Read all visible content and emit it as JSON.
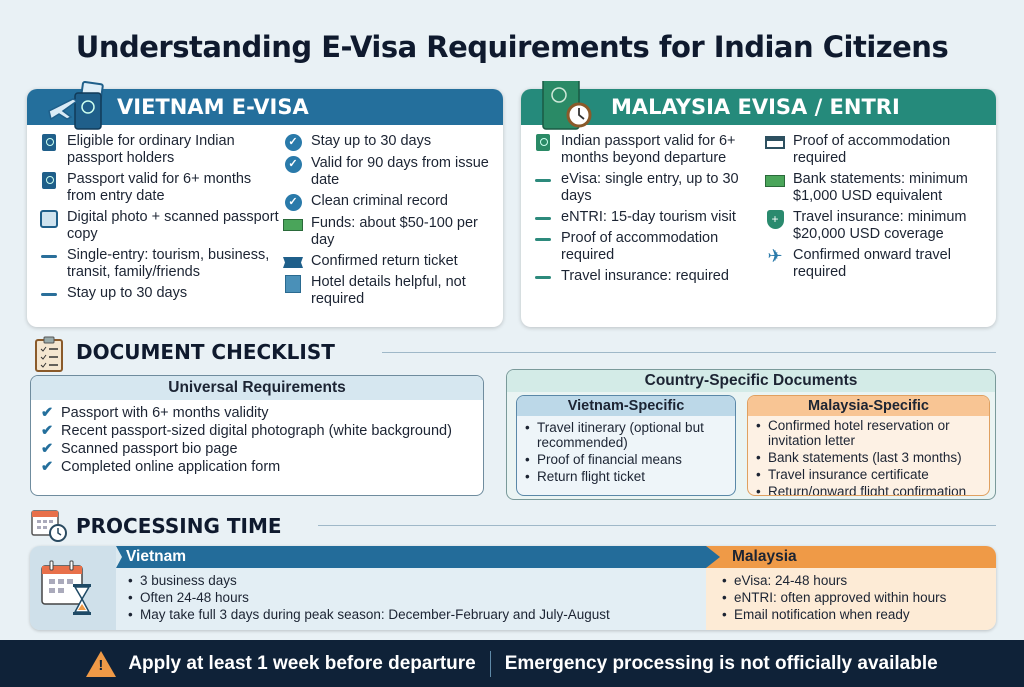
{
  "title": "Understanding E-Visa Requirements for Indian Citizens",
  "vietnam": {
    "heading": "VIETNAM E-VISA",
    "left": [
      {
        "icon": "passport-icon",
        "text": "Eligible for ordinary Indian passport holders"
      },
      {
        "icon": "passport-icon",
        "text": "Passport valid for 6+ months from entry date"
      },
      {
        "icon": "photo-id-icon",
        "text": "Digital photo + scanned passport copy"
      },
      {
        "icon": "dash-icon",
        "text": "Single-entry: tourism, business, transit, family/friends"
      },
      {
        "icon": "dash-icon",
        "text": "Stay up to 30 days"
      }
    ],
    "right": [
      {
        "icon": "check-circle-icon",
        "text": "Stay up to 30 days"
      },
      {
        "icon": "check-circle-icon",
        "text": "Valid for 90 days from issue date"
      },
      {
        "icon": "check-circle-icon",
        "text": "Clean criminal record"
      },
      {
        "icon": "money-icon",
        "text": "Funds: about $50-100 per day"
      },
      {
        "icon": "ticket-icon",
        "text": "Confirmed return ticket"
      },
      {
        "icon": "hotel-icon",
        "text": "Hotel details helpful, not required"
      }
    ]
  },
  "malaysia": {
    "heading": "MALAYSIA EVISA / ENTRI",
    "left": [
      {
        "icon": "passport-icon",
        "text": "Indian passport valid for 6+ months beyond departure"
      },
      {
        "icon": "dash-icon",
        "text": "eVisa: single entry, up to 30 days"
      },
      {
        "icon": "dash-icon",
        "text": "eNTRI: 15-day tourism visit"
      },
      {
        "icon": "dash-icon",
        "text": "Proof of accommodation required"
      },
      {
        "icon": "dash-icon",
        "text": "Travel insurance: required"
      }
    ],
    "right": [
      {
        "icon": "bed-icon",
        "text": "Proof of accommodation required"
      },
      {
        "icon": "money-icon",
        "text": "Bank statements: minimum $1,000 USD equivalent"
      },
      {
        "icon": "shield-icon",
        "text": "Travel insurance: minimum $20,000 USD coverage"
      },
      {
        "icon": "plane-icon",
        "text": "Confirmed onward travel required"
      }
    ]
  },
  "checklist": {
    "heading": "DOCUMENT CHECKLIST",
    "universal": {
      "title": "Universal Requirements",
      "items": [
        "Passport with 6+ months validity",
        "Recent passport-sized digital photograph (white background)",
        "Scanned passport bio page",
        "Completed online application form"
      ]
    },
    "country": {
      "title": "Country-Specific Documents",
      "vietnam": {
        "title": "Vietnam-Specific",
        "items": [
          "Travel itinerary (optional but recommended)",
          "Proof of financial means",
          "Return flight ticket"
        ]
      },
      "malaysia": {
        "title": "Malaysia-Specific",
        "items": [
          "Confirmed hotel reservation or invitation letter",
          "Bank statements (last 3 months)",
          "Travel insurance certificate",
          "Return/onward flight confirmation"
        ]
      }
    }
  },
  "processing": {
    "heading": "PROCESSING TIME",
    "vietnam": {
      "label": "Vietnam",
      "items": [
        "3 business days",
        "Often 24-48 hours",
        "May take full 3 days during peak season: December-February and July-August"
      ]
    },
    "malaysia": {
      "label": "Malaysia",
      "items": [
        "eVisa: 24-48 hours",
        "eNTRI: often approved within hours",
        "Email notification when ready"
      ]
    }
  },
  "footer": {
    "left": "Apply at least 1 week before departure",
    "right": "Emergency processing is not officially available"
  },
  "colors": {
    "vietnam": "#246f9c",
    "malaysia": "#258a7b",
    "accent_orange": "#ef9a47",
    "footer_bg": "#0f2238"
  }
}
